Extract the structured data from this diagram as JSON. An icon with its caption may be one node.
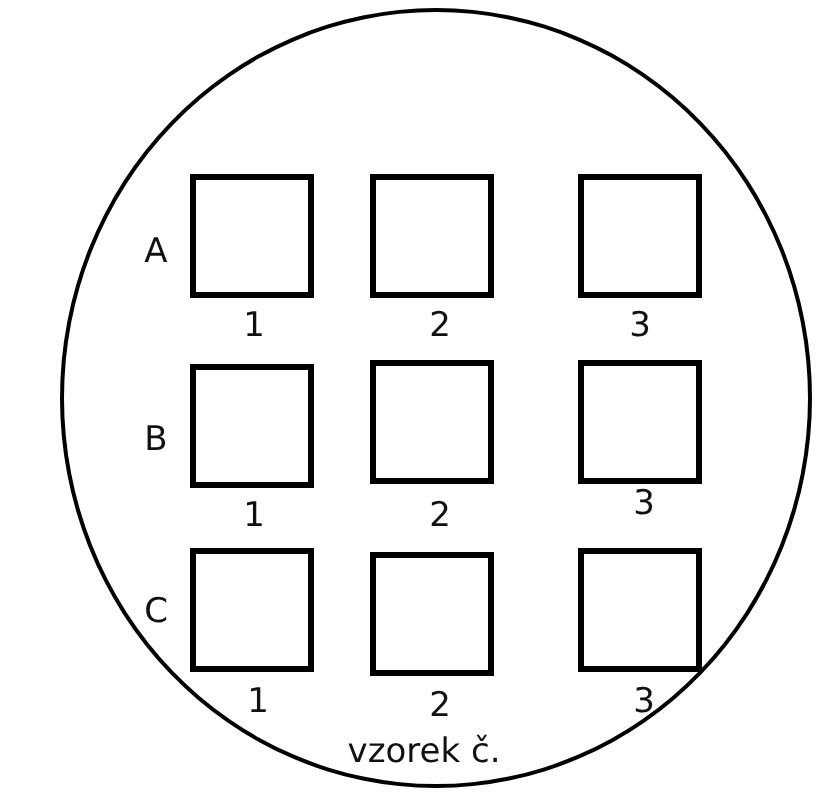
{
  "diagram": {
    "nodes": [
      {
        "text": [],
        "shape": "circle"
      },
      {
        "text": [],
        "shape": "box",
        "in": 0,
        "beside": [
          "1"
        ]
      },
      {
        "text": [],
        "shape": "box",
        "in": 0,
        "beside": [
          "2"
        ]
      },
      {
        "text": [],
        "shape": "box",
        "in": 0,
        "beside": [
          "3"
        ]
      },
      {
        "text": [],
        "shape": "box",
        "in": 0,
        "beside": [
          "1"
        ]
      },
      {
        "text": [],
        "shape": "box",
        "in": 0,
        "beside": [
          "2"
        ]
      },
      {
        "text": [],
        "shape": "box",
        "in": 0,
        "beside": [
          "3"
        ]
      },
      {
        "text": [],
        "shape": "box",
        "in": 0,
        "beside": [
          "1"
        ]
      },
      {
        "text": [],
        "shape": "box",
        "in": 0,
        "beside": [
          "2"
        ]
      },
      {
        "text": [],
        "shape": "box",
        "in": 0,
        "beside": [
          "3"
        ]
      }
    ],
    "labels": [
      "A",
      "B",
      "C",
      "vzorek č."
    ]
  }
}
